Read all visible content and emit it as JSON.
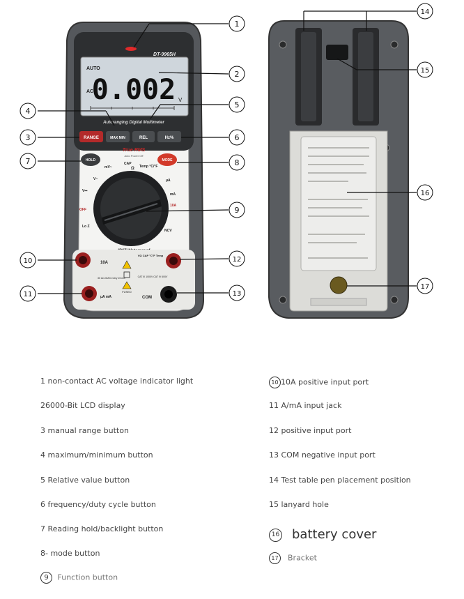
{
  "meter": {
    "model": "DT-9965H",
    "lcd": {
      "reading": "0.002",
      "mode_auto": "AUTO",
      "mode_ac": "AC",
      "unit": "V",
      "subtitle": "Autoranging Digital Multimeter"
    },
    "buttons": {
      "range": "RANGE",
      "maxmin": "MAX MIN",
      "rel": "REL",
      "hz": "Hz%",
      "hold": "HOLD",
      "mode": "MODE"
    },
    "true_rms": "True RMS",
    "auto_power_off": "Auto Power Off",
    "dial": {
      "left_labels": [
        "mV~",
        "V~",
        "V⎓",
        "OFF",
        "Lo Z"
      ],
      "right_labels": [
        "Temp °C/°F",
        "μA",
        "mA",
        "10A",
        "NCV"
      ],
      "top_labels": [
        "CAP",
        "Ω"
      ]
    },
    "waterproof": "IP67 Waterproof",
    "ports": {
      "a10": "10A",
      "ua_ma": "μA mA",
      "com": "COM",
      "vohm": "VΩ CAP °C°F Temp"
    },
    "port_notes": {
      "left": "30 sec MAX every 15 min",
      "right": "CAT III 1000V CAT IV 600V",
      "fuse": "FUSED"
    }
  },
  "callouts": [
    "1",
    "2",
    "3",
    "4",
    "5",
    "6",
    "7",
    "8",
    "9",
    "10",
    "11",
    "12",
    "13",
    "14",
    "15",
    "16",
    "17"
  ],
  "legend": {
    "left": [
      "1 non-contact AC voltage indicator light",
      "26000-Bit LCD display",
      "3 manual range button",
      "4 maximum/minimum button",
      "5 Relative value button",
      "6 frequency/duty cycle button",
      "7 Reading hold/backlight button",
      "8- mode button"
    ],
    "item9_num": "9",
    "item9_text": "Function button",
    "right": [
      "10A positive input port",
      "11 A/mA input jack",
      "12 positive input port",
      "13 COM negative input port",
      "14 Test table pen placement position",
      "15 lanyard hole"
    ],
    "item10_num": "10",
    "item16_num": "16",
    "item16_text": "battery cover",
    "item17_num": "17",
    "item17_text": "Bracket"
  }
}
